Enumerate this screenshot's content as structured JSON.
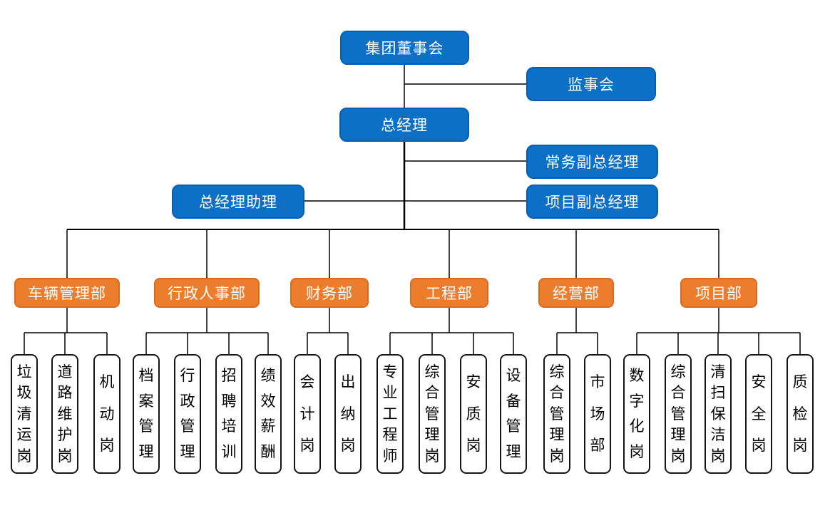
{
  "colors": {
    "executive_fill": "#0B70C6",
    "executive_border": "#0A5FAC",
    "department_fill": "#EC7D2D",
    "department_border": "#D96B1F",
    "position_fill": "#FFFFFF",
    "position_border": "#141414",
    "connector_line": "#000000",
    "text_on_fill": "#FFFFFF",
    "text_on_white": "#000000"
  },
  "executives": {
    "board": {
      "label": "集团董事会"
    },
    "supervisory_board": {
      "label": "监事会"
    },
    "general_manager": {
      "label": "总经理"
    },
    "executive_deputy_gm": {
      "label": "常务副总经理"
    },
    "gm_assistant": {
      "label": "总经理助理"
    },
    "project_deputy_gm": {
      "label": "项目副总经理"
    }
  },
  "departments": [
    {
      "label": "车辆管理部",
      "positions": [
        "垃圾清运岗",
        "道路维护岗",
        "机动岗"
      ]
    },
    {
      "label": "行政人事部",
      "positions": [
        "档案管理",
        "行政管理",
        "招聘培训",
        "绩效薪酬"
      ]
    },
    {
      "label": "财务部",
      "positions": [
        "会计岗",
        "出纳岗"
      ]
    },
    {
      "label": "工程部",
      "positions": [
        "专业工程师",
        "综合管理岗",
        "安质岗",
        "设备管理"
      ]
    },
    {
      "label": "经营部",
      "positions": [
        "综合管理岗",
        "市场部"
      ]
    },
    {
      "label": "项目部",
      "positions": [
        "数字化岗",
        "综合管理岗",
        "清扫保洁岗",
        "安全岗",
        "质检岗"
      ]
    }
  ]
}
